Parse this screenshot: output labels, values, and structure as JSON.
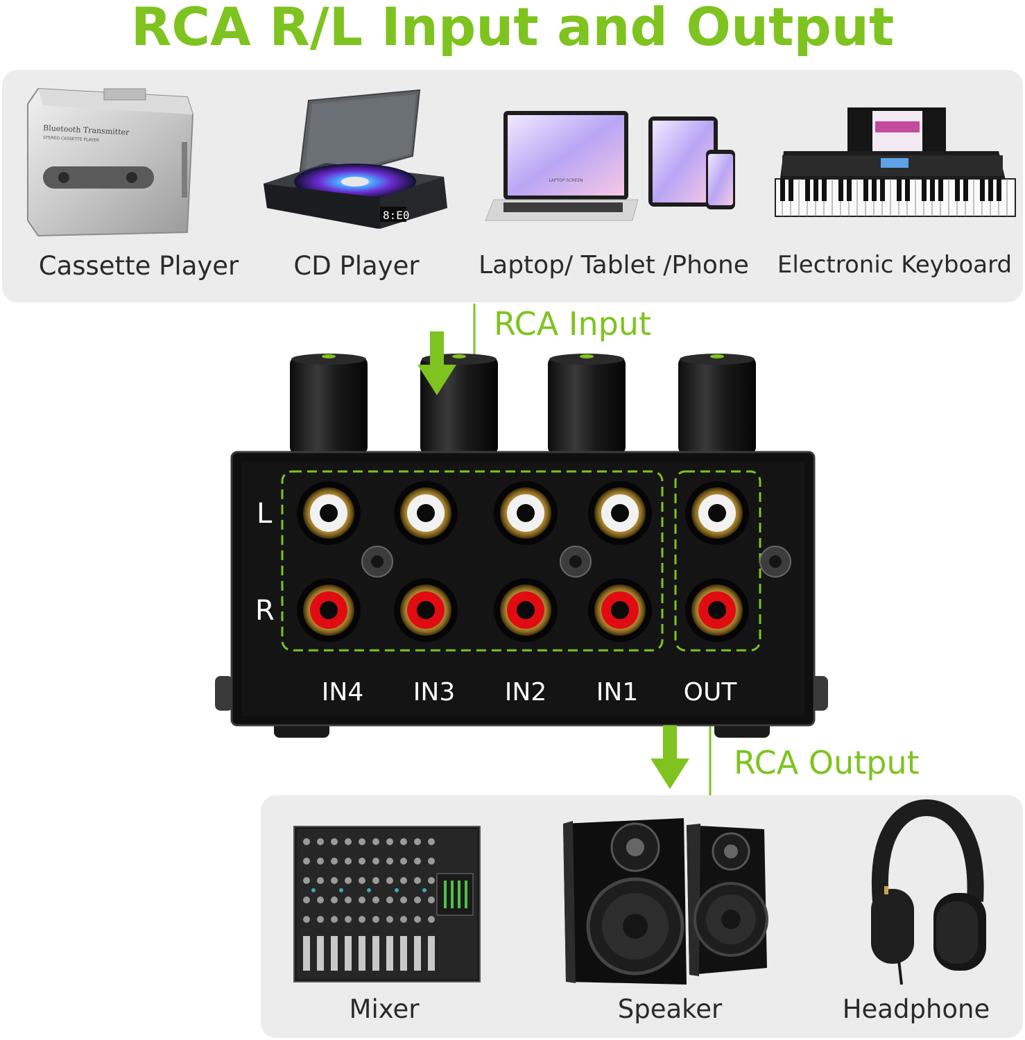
{
  "title": "RCA R/L Input and Output",
  "inputs": {
    "devices": [
      {
        "label": "Cassette Player",
        "icon": "cassette-player-icon"
      },
      {
        "label": "CD Player",
        "icon": "cd-player-icon"
      },
      {
        "label": "Laptop/ Tablet /Phone",
        "icon": "laptop-tablet-phone-icon"
      },
      {
        "label": "Electronic Keyboard",
        "icon": "electronic-keyboard-icon"
      }
    ],
    "callout": "RCA Input"
  },
  "device_panel": {
    "row_labels": {
      "left": "L",
      "right": "R"
    },
    "jack_labels": [
      "IN4",
      "IN3",
      "IN2",
      "IN1",
      "OUT"
    ]
  },
  "outputs": {
    "callout": "RCA Output",
    "devices": [
      {
        "label": "Mixer",
        "icon": "mixer-icon"
      },
      {
        "label": "Speaker",
        "icon": "speaker-icon"
      },
      {
        "label": "Headphone",
        "icon": "headphone-icon"
      }
    ]
  },
  "colors": {
    "accent": "#7ec31f",
    "panel": "#ececec",
    "device_body": "#141414"
  }
}
